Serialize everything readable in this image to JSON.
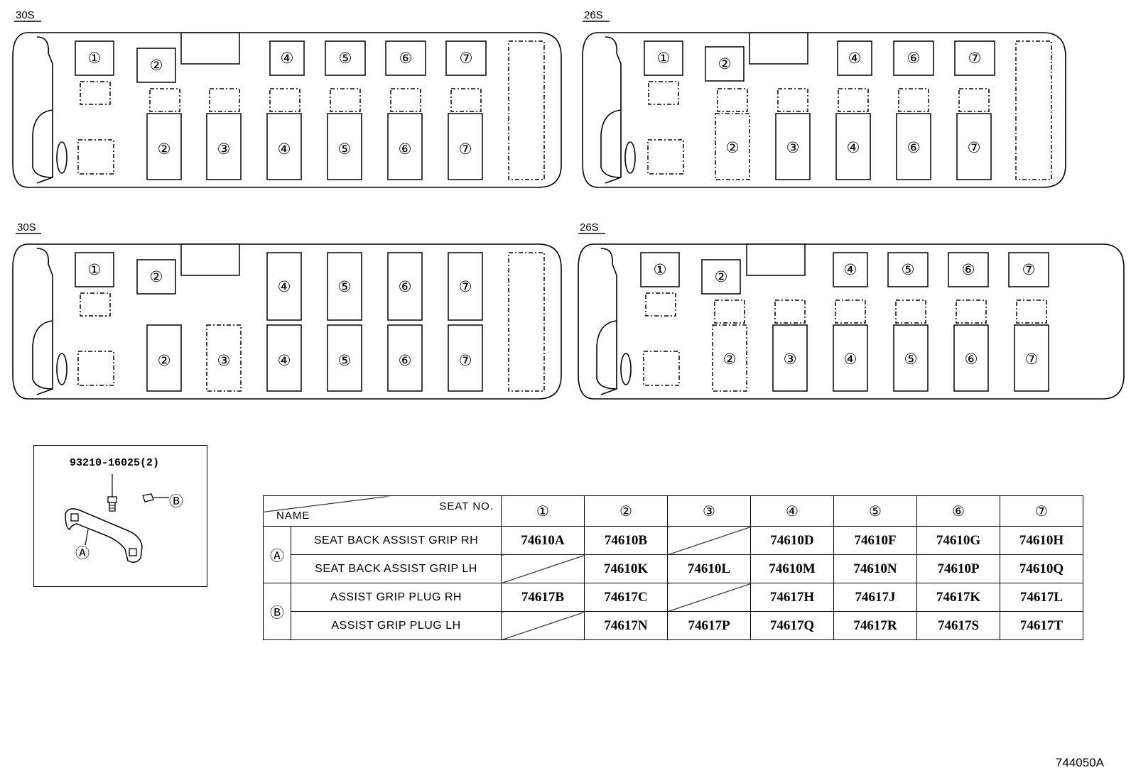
{
  "layouts": [
    {
      "label": "30S"
    },
    {
      "label": "26S"
    },
    {
      "label": "30S"
    },
    {
      "label": "26S"
    }
  ],
  "seat_numbers": [
    "①",
    "②",
    "③",
    "④",
    "⑤",
    "⑥",
    "⑦"
  ],
  "hardware": {
    "part_number": "93210-16025(2)",
    "callout_a": "Ⓐ",
    "callout_b": "Ⓑ"
  },
  "table": {
    "header_seat_no": "SEAT NO.",
    "header_name": "NAME",
    "columns": [
      "①",
      "②",
      "③",
      "④",
      "⑤",
      "⑥",
      "⑦"
    ],
    "groups": [
      {
        "marker": "Ⓐ",
        "rows": [
          {
            "name": "SEAT BACK ASSIST GRIP RH",
            "codes": [
              "74610A",
              "74610B",
              "",
              "74610D",
              "74610F",
              "74610G",
              "74610H"
            ]
          },
          {
            "name": "SEAT BACK ASSIST GRIP LH",
            "codes": [
              "",
              "74610K",
              "74610L",
              "74610M",
              "74610N",
              "74610P",
              "74610Q"
            ]
          }
        ]
      },
      {
        "marker": "Ⓑ",
        "rows": [
          {
            "name": "ASSIST GRIP PLUG RH",
            "codes": [
              "74617B",
              "74617C",
              "",
              "74617H",
              "74617J",
              "74617K",
              "74617L"
            ]
          },
          {
            "name": "ASSIST GRIP PLUG LH",
            "codes": [
              "",
              "74617N",
              "74617P",
              "74617Q",
              "74617R",
              "74617S",
              "74617T"
            ]
          }
        ]
      }
    ]
  },
  "figure_ref": "744050A"
}
